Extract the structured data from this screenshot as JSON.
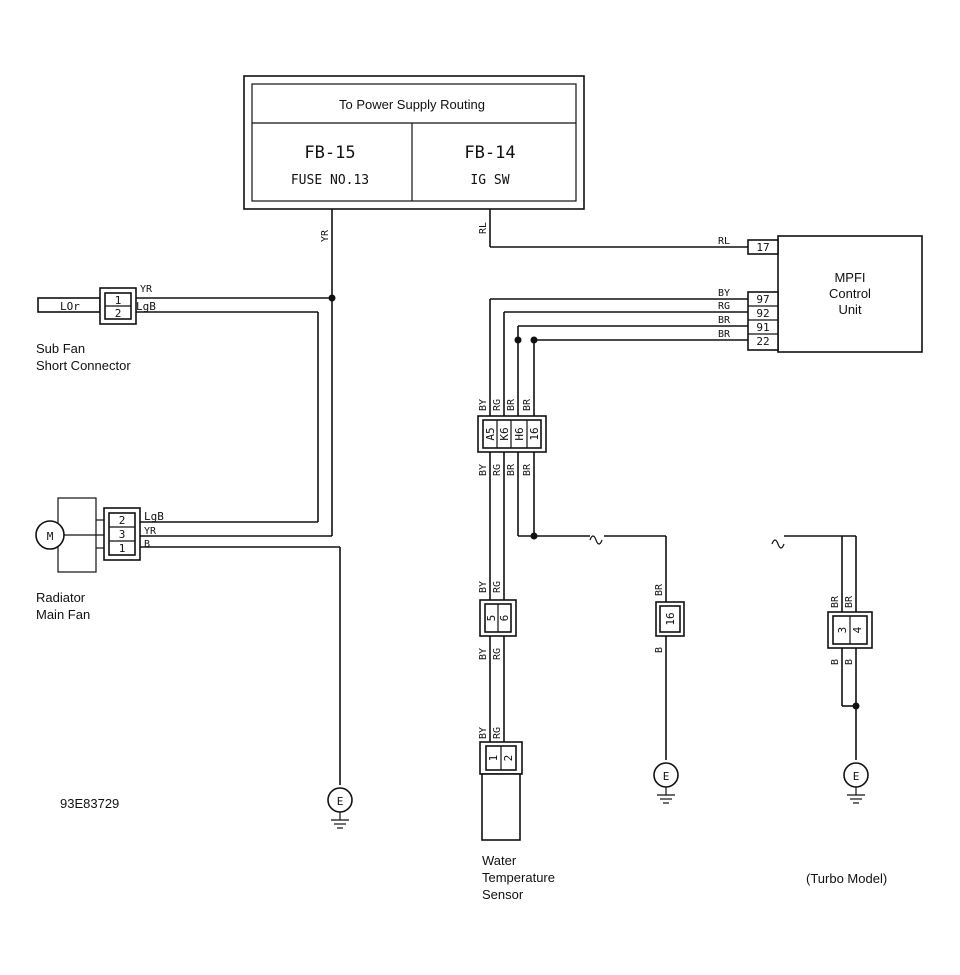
{
  "power_box": {
    "title": "To Power Supply Routing",
    "left_code": "FB-15",
    "left_name": "FUSE NO.13",
    "right_code": "FB-14",
    "right_name": "IG SW"
  },
  "wires": {
    "yr": "YR",
    "rl": "RL",
    "lor": "LOr",
    "lgb": "LgB",
    "b": "B",
    "by": "BY",
    "rg": "RG",
    "br": "BR"
  },
  "mpfi": {
    "label_line1": "MPFI",
    "label_line2": "Control",
    "label_line3": "Unit",
    "pins": [
      "17",
      "97",
      "92",
      "91",
      "22"
    ]
  },
  "sub_fan": {
    "label_line1": "Sub Fan",
    "label_line2": "Short Connector",
    "pins": [
      "1",
      "2"
    ]
  },
  "main_fan": {
    "label_line1": "Radiator",
    "label_line2": "Main Fan",
    "motor": "M",
    "pins": [
      "2",
      "3",
      "1"
    ]
  },
  "junction": {
    "pins": [
      "A5",
      "K6",
      "H6",
      "16"
    ]
  },
  "wts_connector": {
    "pins": [
      "5",
      "6"
    ]
  },
  "wts": {
    "label_line1": "Water",
    "label_line2": "Temperature",
    "label_line3": "Sensor",
    "pins": [
      "1",
      "2"
    ]
  },
  "mid_connector": {
    "pin": "16"
  },
  "turbo": {
    "label": "(Turbo Model)",
    "pins": [
      "3",
      "4"
    ]
  },
  "ground_symbol": "E",
  "figure_id": "93E83729"
}
